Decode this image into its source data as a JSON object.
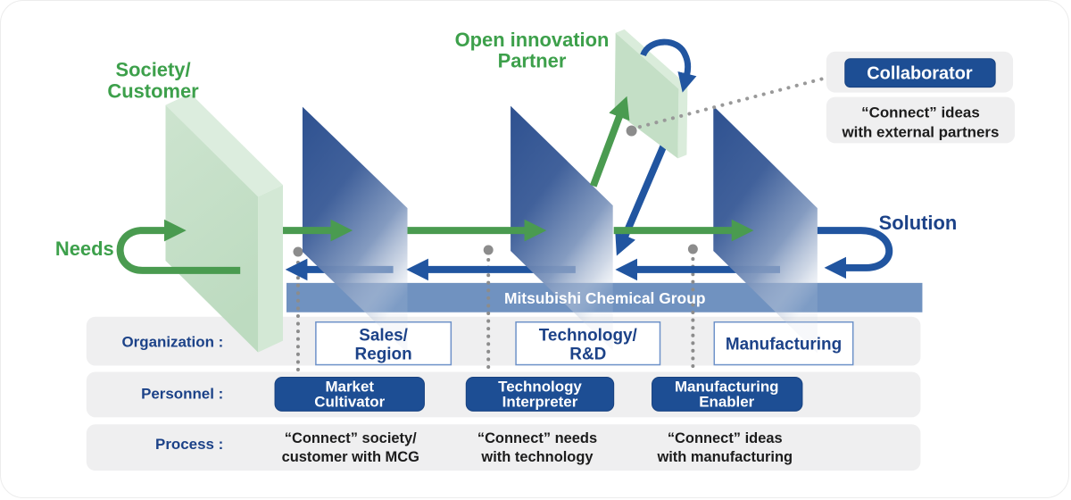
{
  "colors": {
    "green_text": "#3da04b",
    "navy_text": "#1c4288",
    "arrow_green": "#4a9b50",
    "arrow_blue": "#2155a0",
    "button_blue": "#1d4e94",
    "bar_blue": "#7092c0",
    "panel_navy": "#2e5190",
    "panel_green": "#c6e0c8",
    "row_gray": "#efeff0",
    "box_border_blue": "#6e92c9",
    "dot_gray": "#8c8c8c"
  },
  "header": {
    "society_customer_line1": "Society/",
    "society_customer_line2": "Customer",
    "open_innovation_line1": "Open innovation",
    "open_innovation_line2": "Partner",
    "needs": "Needs",
    "solution": "Solution"
  },
  "collaborator": {
    "title": "Collaborator",
    "desc_line1": "“Connect” ideas",
    "desc_line2": "with external partners"
  },
  "bar": {
    "label": "Mitsubishi Chemical Group"
  },
  "organization": {
    "label": "Organization :",
    "box1_line1": "Sales/",
    "box1_line2": "Region",
    "box2_line1": "Technology/",
    "box2_line2": "R&D",
    "box3": "Manufacturing"
  },
  "personnel": {
    "label": "Personnel :",
    "btn1_line1": "Market",
    "btn1_line2": "Cultivator",
    "btn2_line1": "Technology",
    "btn2_line2": "Interpreter",
    "btn3_line1": "Manufacturing",
    "btn3_line2": "Enabler"
  },
  "process": {
    "label": "Process :",
    "item1_line1": "“Connect” society/",
    "item1_line2": "customer with MCG",
    "item2_line1": "“Connect” needs",
    "item2_line2": "with technology",
    "item3_line1": "“Connect” ideas",
    "item3_line2": "with manufacturing"
  }
}
